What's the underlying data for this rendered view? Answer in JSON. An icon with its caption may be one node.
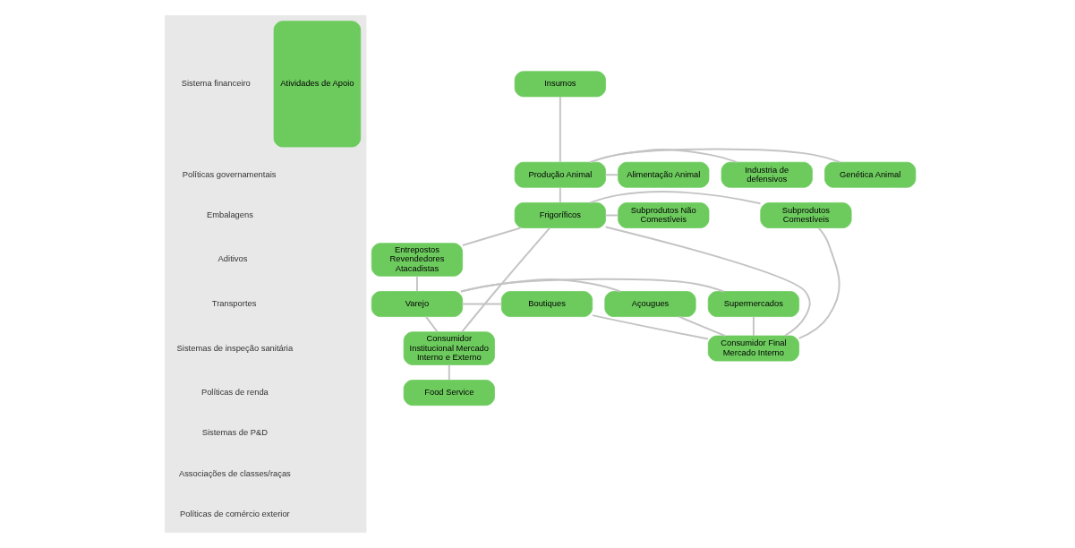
{
  "diagram": {
    "nodes": [
      {
        "text": [],
        "shape": "box"
      },
      {
        "text": [
          "Atividades de Apoio"
        ],
        "in": 0
      },
      {
        "text": [
          "Insumos"
        ]
      },
      {
        "text": [
          "Produção Animal"
        ]
      },
      {
        "text": [
          "Frigoríficos"
        ]
      },
      {
        "text": [
          "Entrepostos Revendedores Atacadistas"
        ]
      },
      {
        "text": [
          "Varejo"
        ]
      },
      {
        "text": [
          "Consumidor Institucional Mercado Interno e Externo"
        ]
      },
      {
        "text": [
          "Food Service"
        ]
      },
      {
        "text": [
          "Industria de defensivos"
        ]
      },
      {
        "text": [
          "Alimentação Animal"
        ]
      },
      {
        "text": [
          "Genética Animal"
        ]
      },
      {
        "text": [
          "Subprodutos Comestíveis"
        ]
      },
      {
        "text": [
          "Subprodutos Não Comestíveis"
        ]
      },
      {
        "text": [
          "Supermercados"
        ]
      },
      {
        "text": [
          "Açougues"
        ]
      },
      {
        "text": [
          "Boutiques"
        ]
      },
      {
        "text": [
          "Consumidor Final Mercado Interno"
        ]
      }
    ],
    "edges": [
      {
        "from": 2,
        "to": 3,
        "arrow": "none"
      },
      {
        "from": 3,
        "to": 4,
        "arrow": "none"
      },
      {
        "from": 4,
        "to": 5,
        "arrow": "none"
      },
      {
        "from": 5,
        "to": 6,
        "arrow": "none"
      },
      {
        "from": 6,
        "to": 7,
        "arrow": "none"
      },
      {
        "from": 7,
        "to": 8,
        "arrow": "none"
      },
      {
        "from": 3,
        "to": 9,
        "arrow": "none"
      },
      {
        "from": 3,
        "to": 10,
        "arrow": "none"
      },
      {
        "from": 3,
        "to": 11,
        "arrow": "none"
      },
      {
        "from": 4,
        "to": 7,
        "arrow": "none"
      },
      {
        "from": 4,
        "to": 12,
        "arrow": "none"
      },
      {
        "from": 4,
        "to": 13,
        "arrow": "none"
      },
      {
        "from": 4,
        "to": 17,
        "arrow": "none"
      },
      {
        "from": 6,
        "to": 14,
        "arrow": "none"
      },
      {
        "from": 6,
        "to": 15,
        "arrow": "none"
      },
      {
        "from": 6,
        "to": 16,
        "arrow": "none"
      },
      {
        "from": 12,
        "to": 17,
        "arrow": "none"
      },
      {
        "from": 14,
        "to": 17,
        "arrow": "none"
      },
      {
        "from": 15,
        "to": 17,
        "arrow": "none"
      },
      {
        "from": 16,
        "to": 17,
        "arrow": "none"
      }
    ],
    "labels": [
      "Sistema financeiro",
      "Políticas governamentais",
      "Embalagens",
      "Aditivos",
      "Transportes",
      "Sistemas de inspeção sanitária",
      "Políticas de renda",
      "Sistemas de P&D",
      "Associações de classes/raças",
      "Políticas de comércio exterior"
    ]
  }
}
